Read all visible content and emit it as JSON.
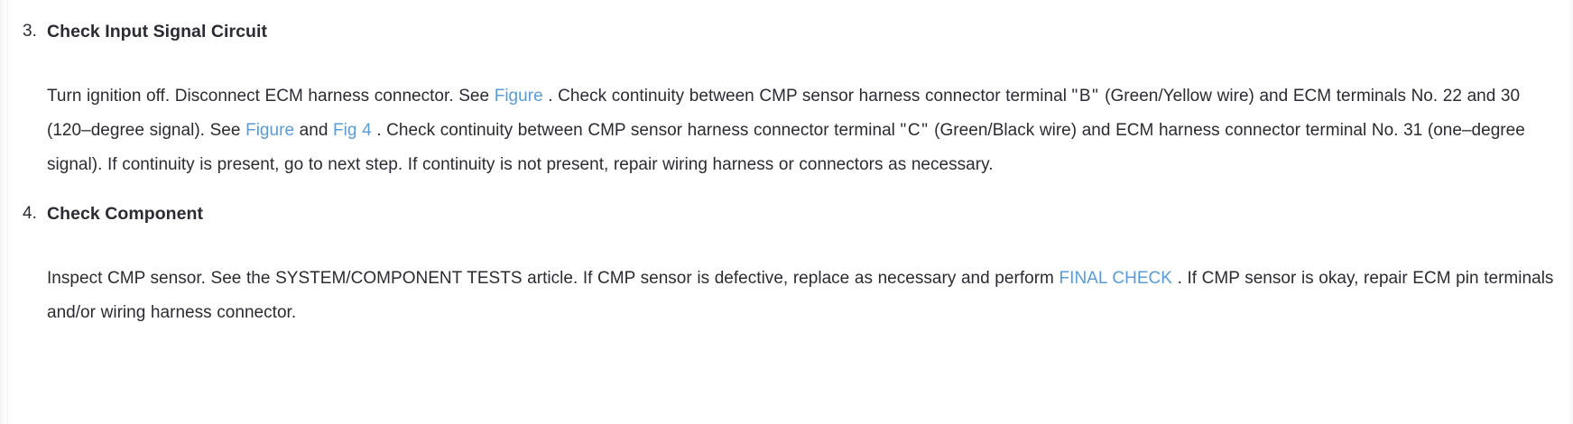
{
  "page": {
    "background_color": "#ffffff",
    "text_color": "#2b2b33",
    "link_color": "#5b9bd5"
  },
  "steps": [
    {
      "number": "3.",
      "heading": "Check Input Signal Circuit",
      "body_segments": [
        {
          "type": "text",
          "text": "Turn ignition off. Disconnect ECM harness connector. See "
        },
        {
          "type": "link",
          "text": "Figure"
        },
        {
          "type": "text",
          "text": " . Check continuity between CMP sensor harness connector terminal "
        },
        {
          "type": "quote",
          "text": "\"B\""
        },
        {
          "type": "text",
          "text": " (Green/Yellow wire) and ECM terminals No. 22 and 30 (120–degree signal). See "
        },
        {
          "type": "link",
          "text": "Figure"
        },
        {
          "type": "text",
          "text": " and "
        },
        {
          "type": "link",
          "text": "Fig 4"
        },
        {
          "type": "text",
          "text": " . Check continuity between CMP sensor harness connector terminal "
        },
        {
          "type": "quote",
          "text": "\"C\""
        },
        {
          "type": "text",
          "text": " (Green/Black wire) and ECM harness connector terminal No. 31 (one–degree signal). If continuity is present, go to next step. If continuity is not present, repair wiring harness or connectors as necessary."
        }
      ]
    },
    {
      "number": "4.",
      "heading": "Check Component",
      "body_segments": [
        {
          "type": "text",
          "text": "Inspect CMP sensor. See the SYSTEM/COMPONENT TESTS article. If CMP sensor is defective, replace as necessary and perform "
        },
        {
          "type": "link",
          "text": "FINAL CHECK"
        },
        {
          "type": "text",
          "text": " . If CMP sensor is okay, repair ECM pin terminals and/or wiring harness connector."
        }
      ]
    }
  ]
}
